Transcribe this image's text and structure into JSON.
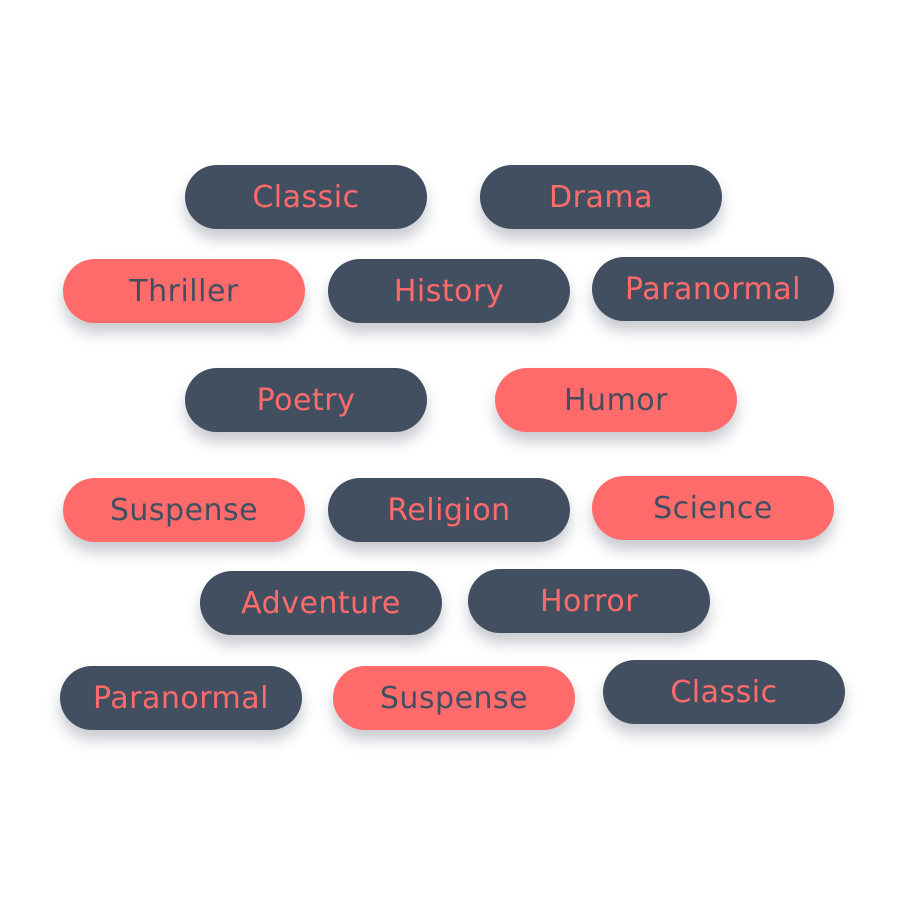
{
  "colors": {
    "dark": "#424f60",
    "coral": "#ff6b6b",
    "background": "#ffffff"
  },
  "tags": [
    {
      "label": "Classic",
      "variant": "dark"
    },
    {
      "label": "Drama",
      "variant": "dark"
    },
    {
      "label": "Thriller",
      "variant": "coral"
    },
    {
      "label": "History",
      "variant": "dark"
    },
    {
      "label": "Paranormal",
      "variant": "dark"
    },
    {
      "label": "Poetry",
      "variant": "dark"
    },
    {
      "label": "Humor",
      "variant": "coral"
    },
    {
      "label": "Suspense",
      "variant": "coral"
    },
    {
      "label": "Religion",
      "variant": "dark"
    },
    {
      "label": "Science",
      "variant": "coral"
    },
    {
      "label": "Adventure",
      "variant": "dark"
    },
    {
      "label": "Horror",
      "variant": "dark"
    },
    {
      "label": "Paranormal",
      "variant": "dark"
    },
    {
      "label": "Suspense",
      "variant": "coral"
    },
    {
      "label": "Classic",
      "variant": "dark"
    }
  ]
}
